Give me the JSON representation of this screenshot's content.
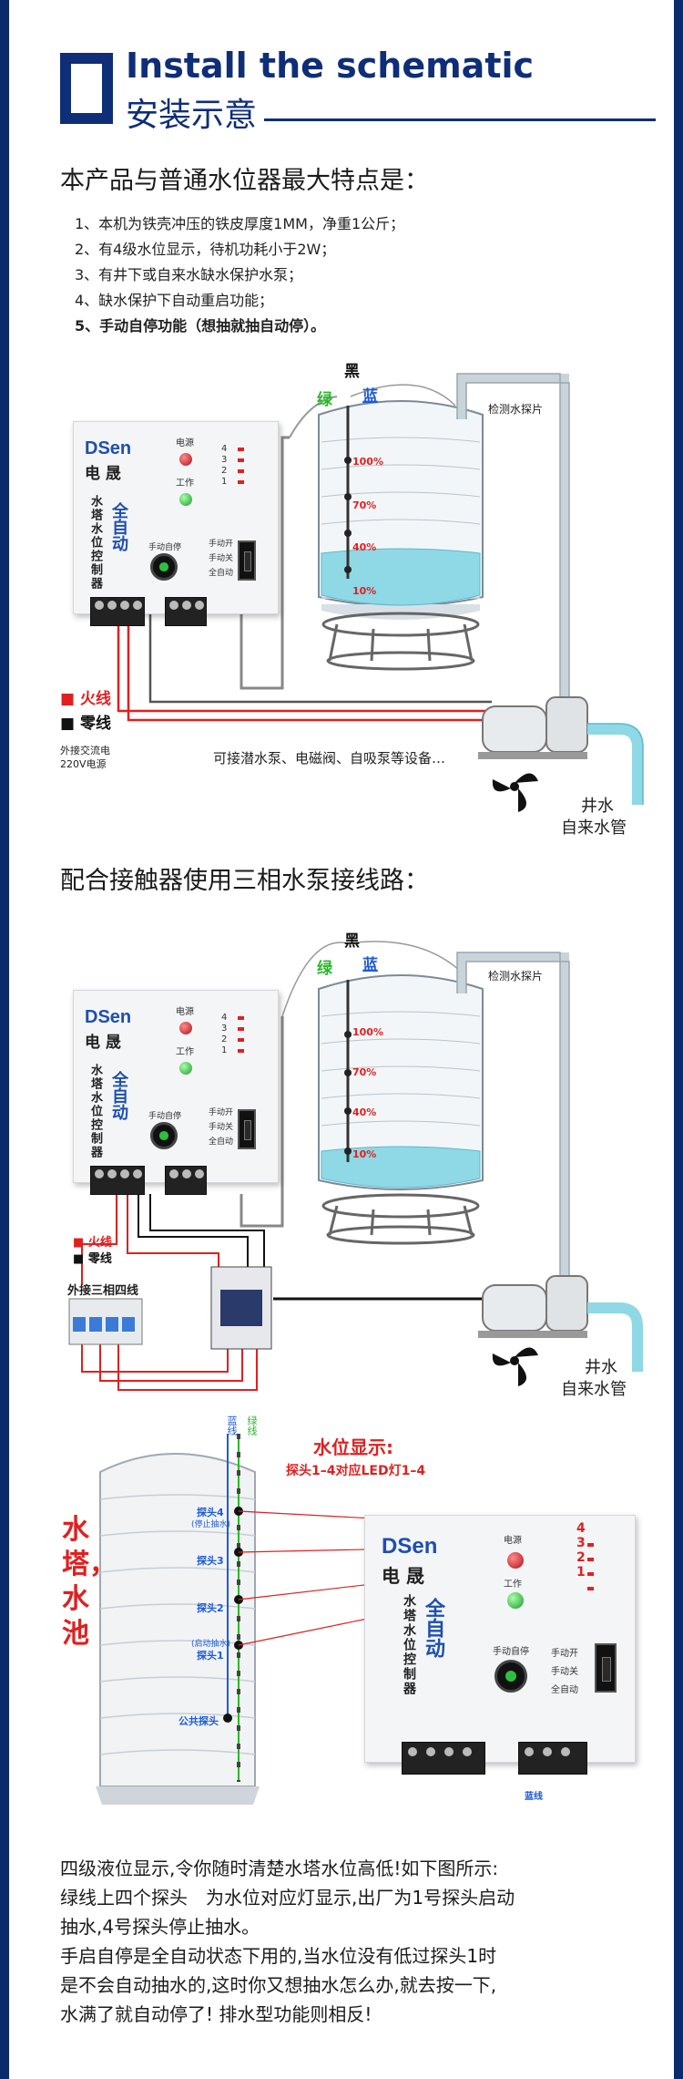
{
  "header": {
    "title_en": "Install the schematic",
    "title_cn": "安装示意"
  },
  "features": {
    "heading": "本产品与普通水位器最大特点是：",
    "items": [
      "1、本机为铁壳冲压的铁皮厚度1MM，净重1公斤；",
      "2、有4级水位显示，待机功耗小于2W；",
      "3、有井下或自来水缺水保护水泵；",
      "4、缺水保护下自动重启功能；",
      "5、手动自停功能（想抽就抽自动停）。"
    ]
  },
  "controller": {
    "brand": "DSen",
    "brand_cn": "电 晟",
    "model": "水塔水位控制器",
    "auto": "全自动",
    "power": "电源",
    "work": "工作",
    "manual": "手动自停",
    "manual_on": "手动开",
    "manual_off": "手动关",
    "full_auto": "全自动",
    "level_marks": [
      "4",
      "3",
      "2",
      "1"
    ]
  },
  "diagram1": {
    "wire_black": "黑",
    "wire_green": "绿",
    "wire_blue": "蓝",
    "probe_label": "检测水探片",
    "levels": [
      "100%",
      "70%",
      "40%",
      "10%"
    ],
    "fire_wire": "火线",
    "zero_wire": "零线",
    "ac_supply_1": "外接交流电",
    "ac_supply_2": "220V电源",
    "pump_note": "可接潜水泵、电磁阀、自吸泵等设备…",
    "well": "井水",
    "tap": "自来水管"
  },
  "section2": {
    "heading": "配合接触器使用三相水泵接线路：",
    "breaker_label": "外接三相四线",
    "fire_wire": "火线",
    "zero_wire": "零线",
    "well": "井水",
    "tap": "自来水管"
  },
  "section3": {
    "title": "水位显示:",
    "subtitle": "探头1–4对应LED灯1–4",
    "tower_label": "水塔，水池",
    "wire_blue": "蓝线",
    "wire_green": "绿线",
    "probes": [
      "探头4",
      "探头3",
      "探头2",
      "探头1"
    ],
    "probe4_note": "(停止抽水)",
    "probe1_note": "(启动抽水)",
    "common_probe": "公共探头",
    "led_numbers": [
      "4",
      "3",
      "2",
      "1"
    ],
    "bottom_wire": "蓝线"
  },
  "description": {
    "line1": "四级液位显示,令你随时清楚水塔水位高低!如下图所示:",
    "line2": "绿线上四个探头　为水位对应灯显示,出厂为1号探头启动",
    "line3": "抽水,4号探头停止抽水。",
    "line4": "手启自停是全自动状态下用的,当水位没有低过探头1时",
    "line5": "是不会自动抽水的,这时你又想抽水怎么办,就去按一下,",
    "line6": "水满了就自动停了! 排水型功能则相反!"
  },
  "colors": {
    "navy": "#0f2e78",
    "water": "#8fd8e6",
    "wire_red": "#e02020",
    "wire_blue": "#1e5bd8",
    "wire_green": "#28b828"
  }
}
